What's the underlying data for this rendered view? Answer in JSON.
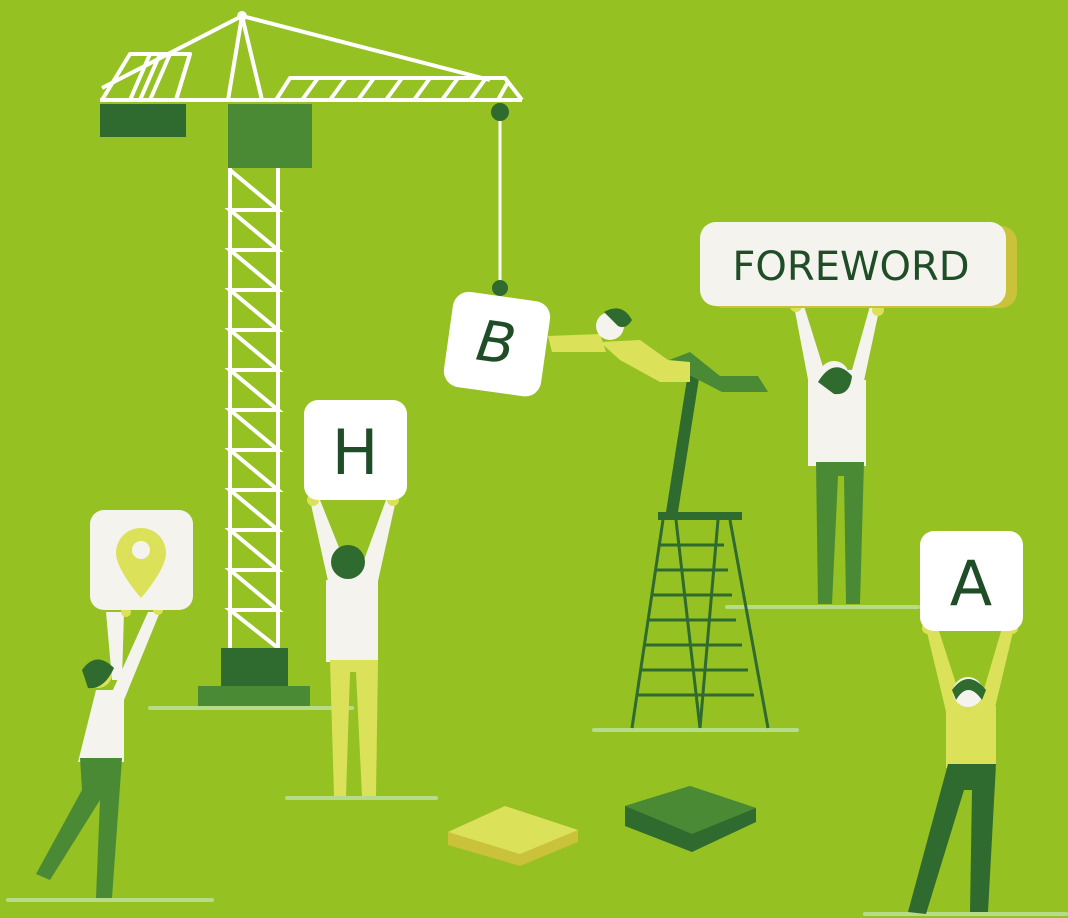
{
  "colors": {
    "background": "#95c123",
    "dark_green": "#2f6a2e",
    "mid_green": "#4a8a35",
    "lime_yellow": "#dbe25a",
    "cream": "#f5f3ee",
    "ground_line": "#b6dc8a",
    "text_green": "#1f4d27"
  },
  "signs": {
    "letter_b": "B",
    "letter_h": "H",
    "letter_a": "A",
    "foreword": "FOREWORD",
    "pin_icon": "location-pin-icon"
  }
}
